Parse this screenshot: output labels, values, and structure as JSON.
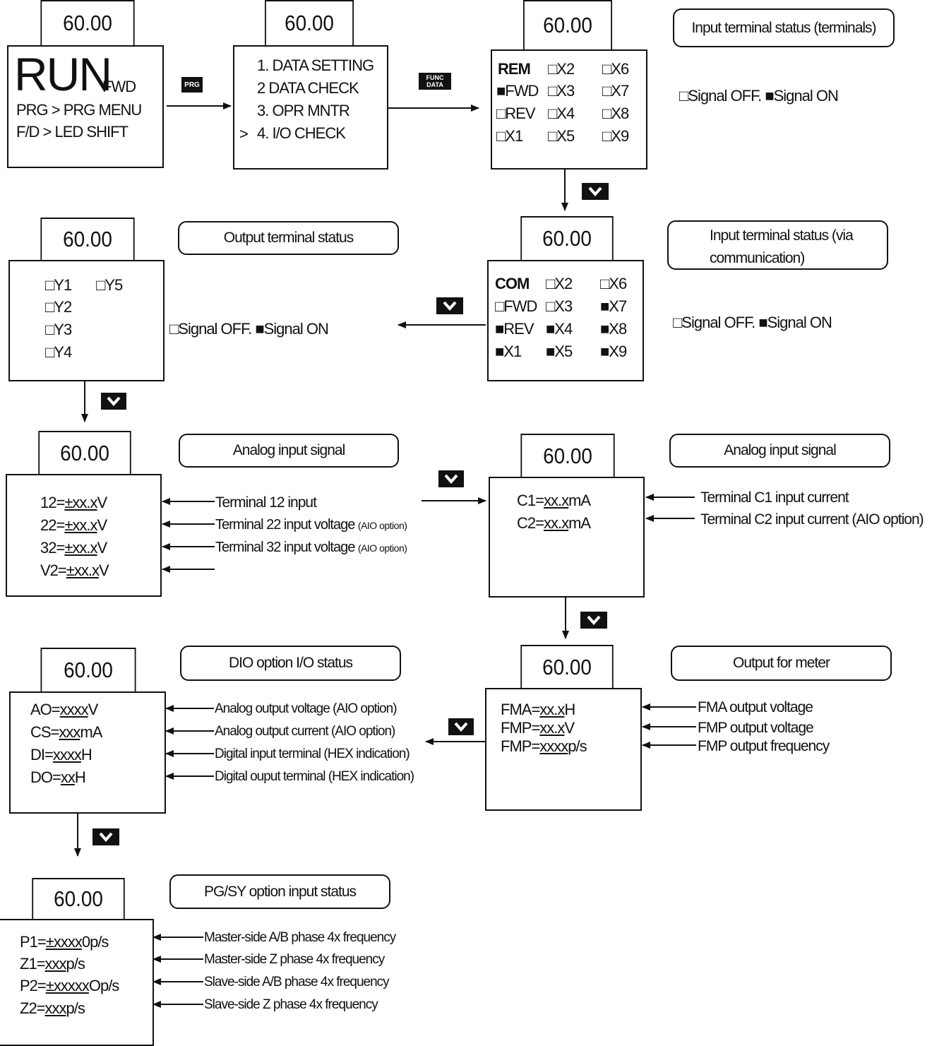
{
  "display_value": "60.00",
  "buttons": {
    "prg": "PRG",
    "func_data": [
      "FUNC",
      "DATA"
    ]
  },
  "panel_run": {
    "big": "RUN",
    "dir": "FWD",
    "line1": "PRG > PRG MENU",
    "line2": "F/D > LED SHIFT"
  },
  "panel_menu": {
    "items": [
      "1. DATA SETTING",
      "2 DATA CHECK",
      "3. OPR MNTR",
      "4. I/O CHECK"
    ],
    "cursor": ">"
  },
  "panel_input_rem": {
    "label": "Input terminal status (terminals)",
    "grid": [
      [
        "REM",
        "□X2",
        "□X6"
      ],
      [
        "■FWD",
        "□X3",
        "□X7"
      ],
      [
        "□REV",
        "□X4",
        "□X8"
      ],
      [
        "□X1",
        "□X5",
        "□X9"
      ]
    ],
    "legend": "□Signal OFF.  ■Signal ON"
  },
  "panel_input_com": {
    "label_line1": "Input terminal status (via",
    "label_line2": "communication)",
    "grid": [
      [
        "COM",
        "□X2",
        "□X6"
      ],
      [
        "□FWD",
        "□X3",
        "■X7"
      ],
      [
        "■REV",
        "■X4",
        "■X8"
      ],
      [
        "■X1",
        "■X5",
        "■X9"
      ]
    ],
    "legend": "□Signal OFF.  ■Signal ON"
  },
  "panel_output": {
    "label": "Output terminal status",
    "col1": [
      "□Y1",
      "□Y2",
      "□Y3",
      "□Y4"
    ],
    "col2": [
      "□Y5"
    ],
    "legend": "□Signal OFF.  ■Signal ON"
  },
  "panel_analog1": {
    "label": "Analog input signal",
    "rows": [
      {
        "pre": "12=",
        "val": "±xx.x",
        "unit": "V"
      },
      {
        "pre": "22=",
        "val": "±xx.x",
        "unit": "V"
      },
      {
        "pre": "32=",
        "val": "±xx.x",
        "unit": "V"
      },
      {
        "pre": "V2=",
        "val": "±xx.x",
        "unit": "V"
      }
    ],
    "notes": [
      {
        "text": "Terminal 12 input",
        "opt": ""
      },
      {
        "text": "Terminal 22 input voltage",
        "opt": "(AIO option)"
      },
      {
        "text": "Terminal 32 input voltage",
        "opt": "(AIO option)"
      }
    ]
  },
  "panel_analog2": {
    "label": "Analog input signal",
    "rows": [
      {
        "pre": "C1=",
        "val": "xx.x",
        "unit": "mA"
      },
      {
        "pre": "C2=",
        "val": "xx.x",
        "unit": "mA"
      }
    ],
    "notes": [
      "Terminal C1 input current",
      "Terminal C2 input current (AIO option)"
    ]
  },
  "panel_meter": {
    "label": "Output for meter",
    "rows": [
      {
        "pre": "FMA=",
        "val": "xx.x",
        "unit": "H"
      },
      {
        "pre": "FMP=",
        "val": "xx.x",
        "unit": "V"
      },
      {
        "pre": "FMP=",
        "val": "xxxx",
        "unit": "p/s"
      }
    ],
    "notes": [
      "FMA output voltage",
      "FMP output voltage",
      "FMP output frequency"
    ]
  },
  "panel_dio": {
    "label": "DIO option I/O status",
    "rows": [
      {
        "pre": "AO=",
        "val": "xxxx",
        "unit": "V"
      },
      {
        "pre": "CS=",
        "val": "xxx",
        "unit": "mA"
      },
      {
        "pre": "DI=",
        "val": "xxxx",
        "unit": "H"
      },
      {
        "pre": "DO=",
        "val": "xx",
        "unit": "H"
      }
    ],
    "notes": [
      "Analog output voltage (AIO option)",
      "Analog output current (AIO option)",
      "Digital input terminal (HEX indication)",
      "Digital ouput terminal (HEX indication)"
    ]
  },
  "panel_pg": {
    "label": "PG/SY option input status",
    "rows": [
      {
        "pre": "P1=",
        "val": "±xxxx",
        "unit": "0p/s"
      },
      {
        "pre": "Z1=",
        "val": "xxx",
        "unit": "p/s"
      },
      {
        "pre": "P2=",
        "val": "±xxxxx",
        "unit": "Op/s"
      },
      {
        "pre": "Z2=",
        "val": "xxx",
        "unit": "p/s"
      }
    ],
    "notes": [
      "Master-side A/B phase 4x frequency",
      "Master-side Z phase 4x frequency",
      "Slave-side A/B phase 4x frequency",
      "Slave-side Z phase 4x frequency"
    ]
  }
}
